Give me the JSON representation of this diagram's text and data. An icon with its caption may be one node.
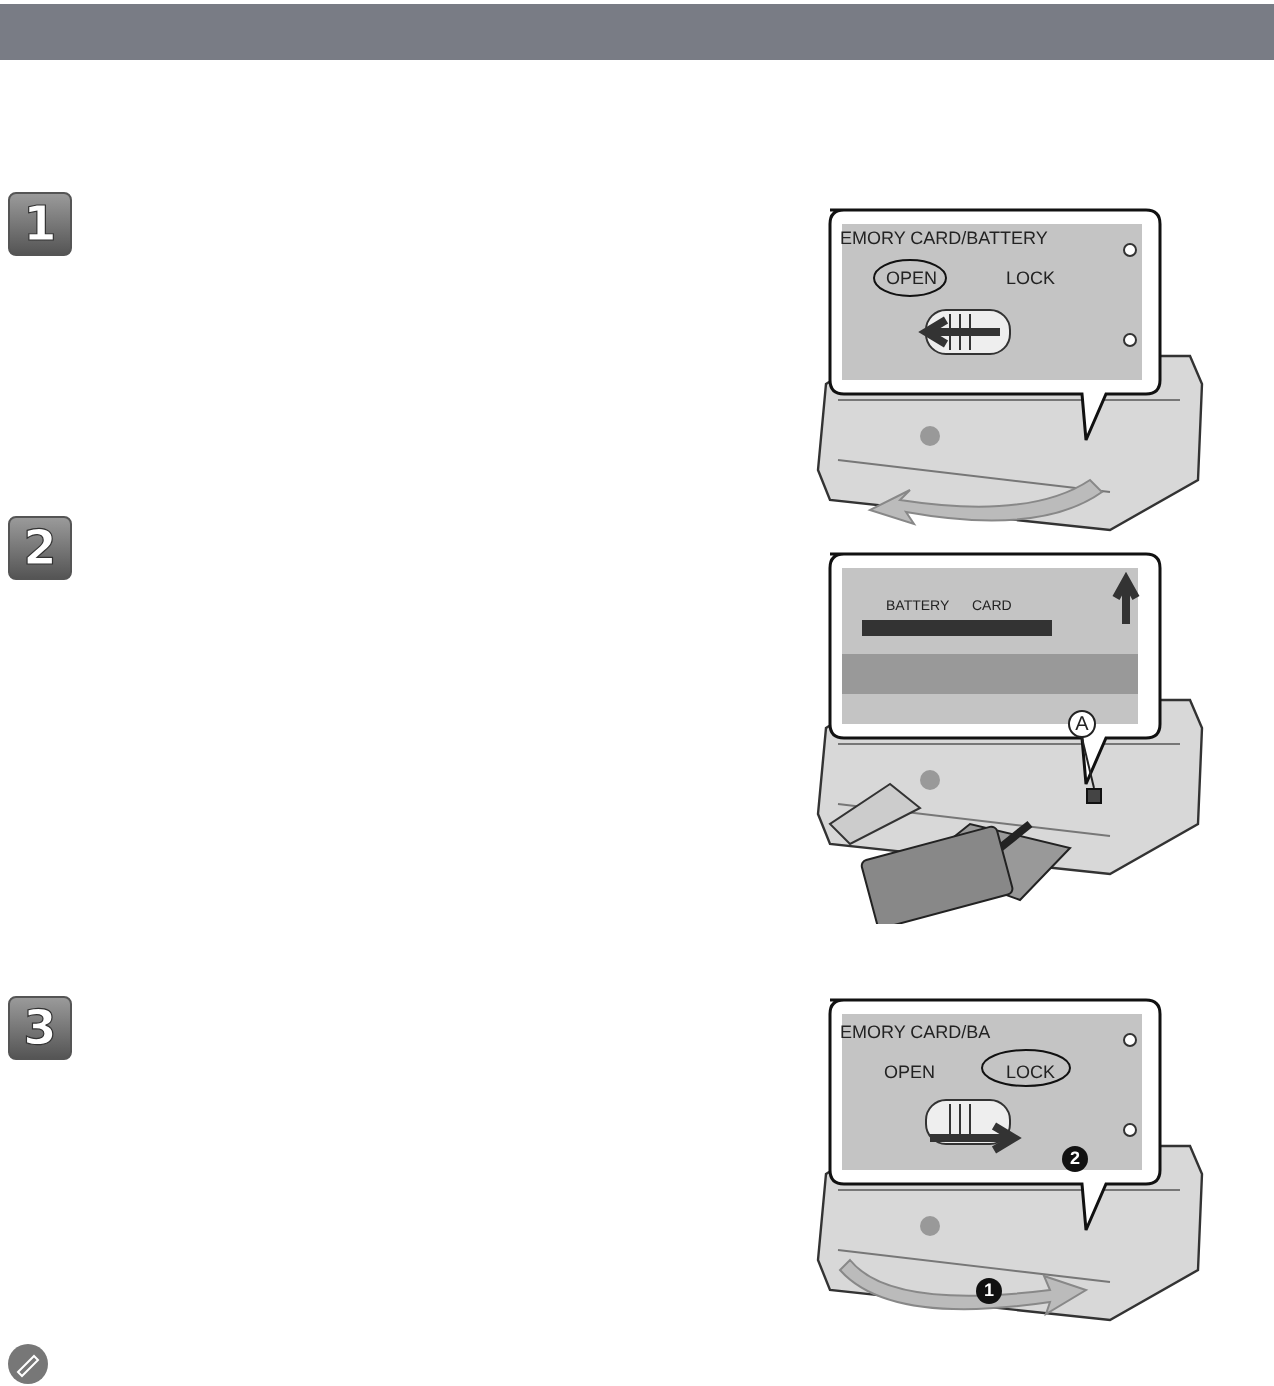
{
  "diagram": {
    "nodes": [
      {
        "text": [
          "1"
        ]
      },
      {
        "text": [
          "2"
        ]
      },
      {
        "text": [
          "3"
        ]
      },
      {
        "text": [
          "A"
        ]
      },
      {
        "text": [],
        "shape": "box"
      }
    ],
    "edges": [
      {
        "from": 3,
        "to": 4,
        "arrow": "none"
      }
    ],
    "labels": [
      "EMORY CARD/BATTERY",
      "OPEN",
      "LOCK",
      "BATTERY",
      "CARD",
      "EMORY CARD/BA",
      "OPEN",
      "LOCK",
      "2",
      "1"
    ]
  }
}
